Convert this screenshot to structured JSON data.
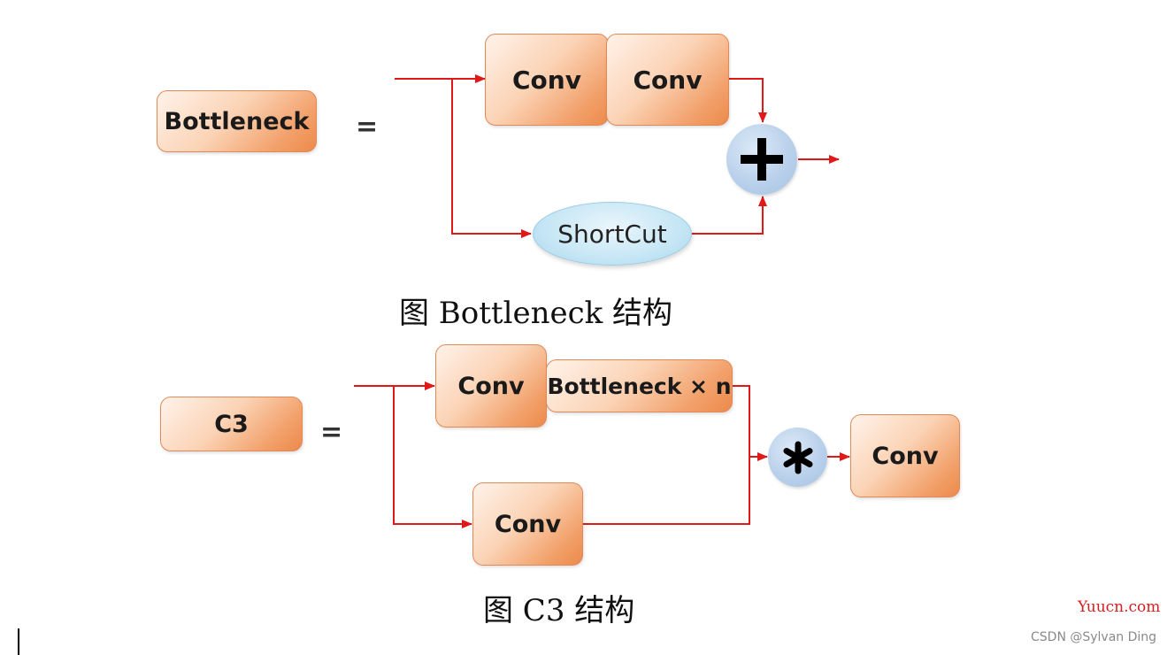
{
  "bottleneck_diagram": {
    "lhs_label": "Bottleneck",
    "equals": "=",
    "conv1_label": "Conv",
    "conv2_label": "Conv",
    "shortcut_label": "ShortCut",
    "operator": "+",
    "caption": "图  Bottleneck 结构"
  },
  "c3_diagram": {
    "lhs_label": "C3",
    "equals": "=",
    "conv_top_label": "Conv",
    "bottleneck_label": "Bottleneck × n",
    "conv_bottom_label": "Conv",
    "operator": "✱",
    "conv_out_label": "Conv",
    "caption": "图  C3 结构"
  },
  "watermarks": {
    "site": "Yuucn.com",
    "author": "CSDN @Sylvan Ding"
  },
  "colors": {
    "arrow": "#e01818",
    "box_gradient_end": "#ec8a4a",
    "operator_fill": "#b7cfea",
    "shortcut_fill": "#c6e6f5"
  }
}
